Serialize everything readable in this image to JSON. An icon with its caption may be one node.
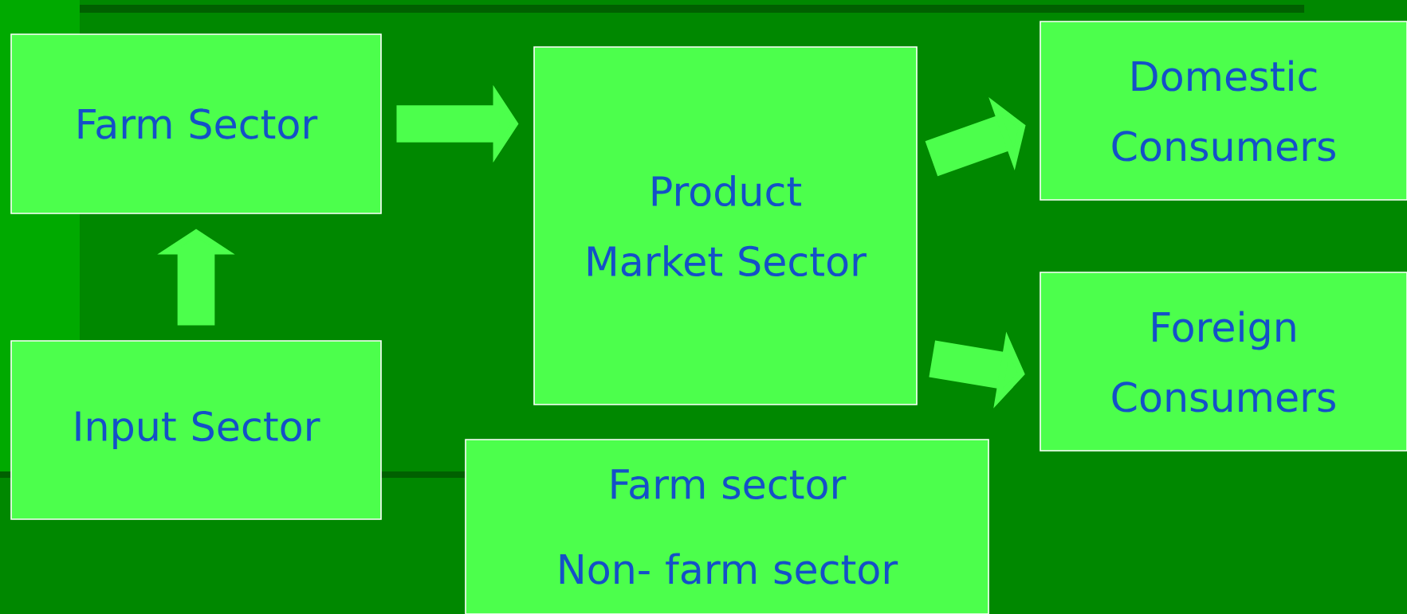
{
  "diagram": {
    "nodes": [
      {
        "text": [
          "Farm Sector"
        ]
      },
      {
        "text": [
          "Input Sector"
        ]
      },
      {
        "text": [
          "Product Market Sector"
        ]
      },
      {
        "text": [
          "Domestic Consumers"
        ]
      },
      {
        "text": [
          "Foreign Consumers"
        ]
      },
      {
        "text": [
          "Farm sector",
          "Non- farm sector"
        ]
      }
    ],
    "edges": [
      {
        "from": 1,
        "to": 0,
        "arrow": "to"
      },
      {
        "from": 0,
        "to": 2,
        "arrow": "to"
      },
      {
        "from": 2,
        "to": 3,
        "arrow": "to"
      },
      {
        "from": 2,
        "to": 4,
        "arrow": "to"
      }
    ]
  }
}
